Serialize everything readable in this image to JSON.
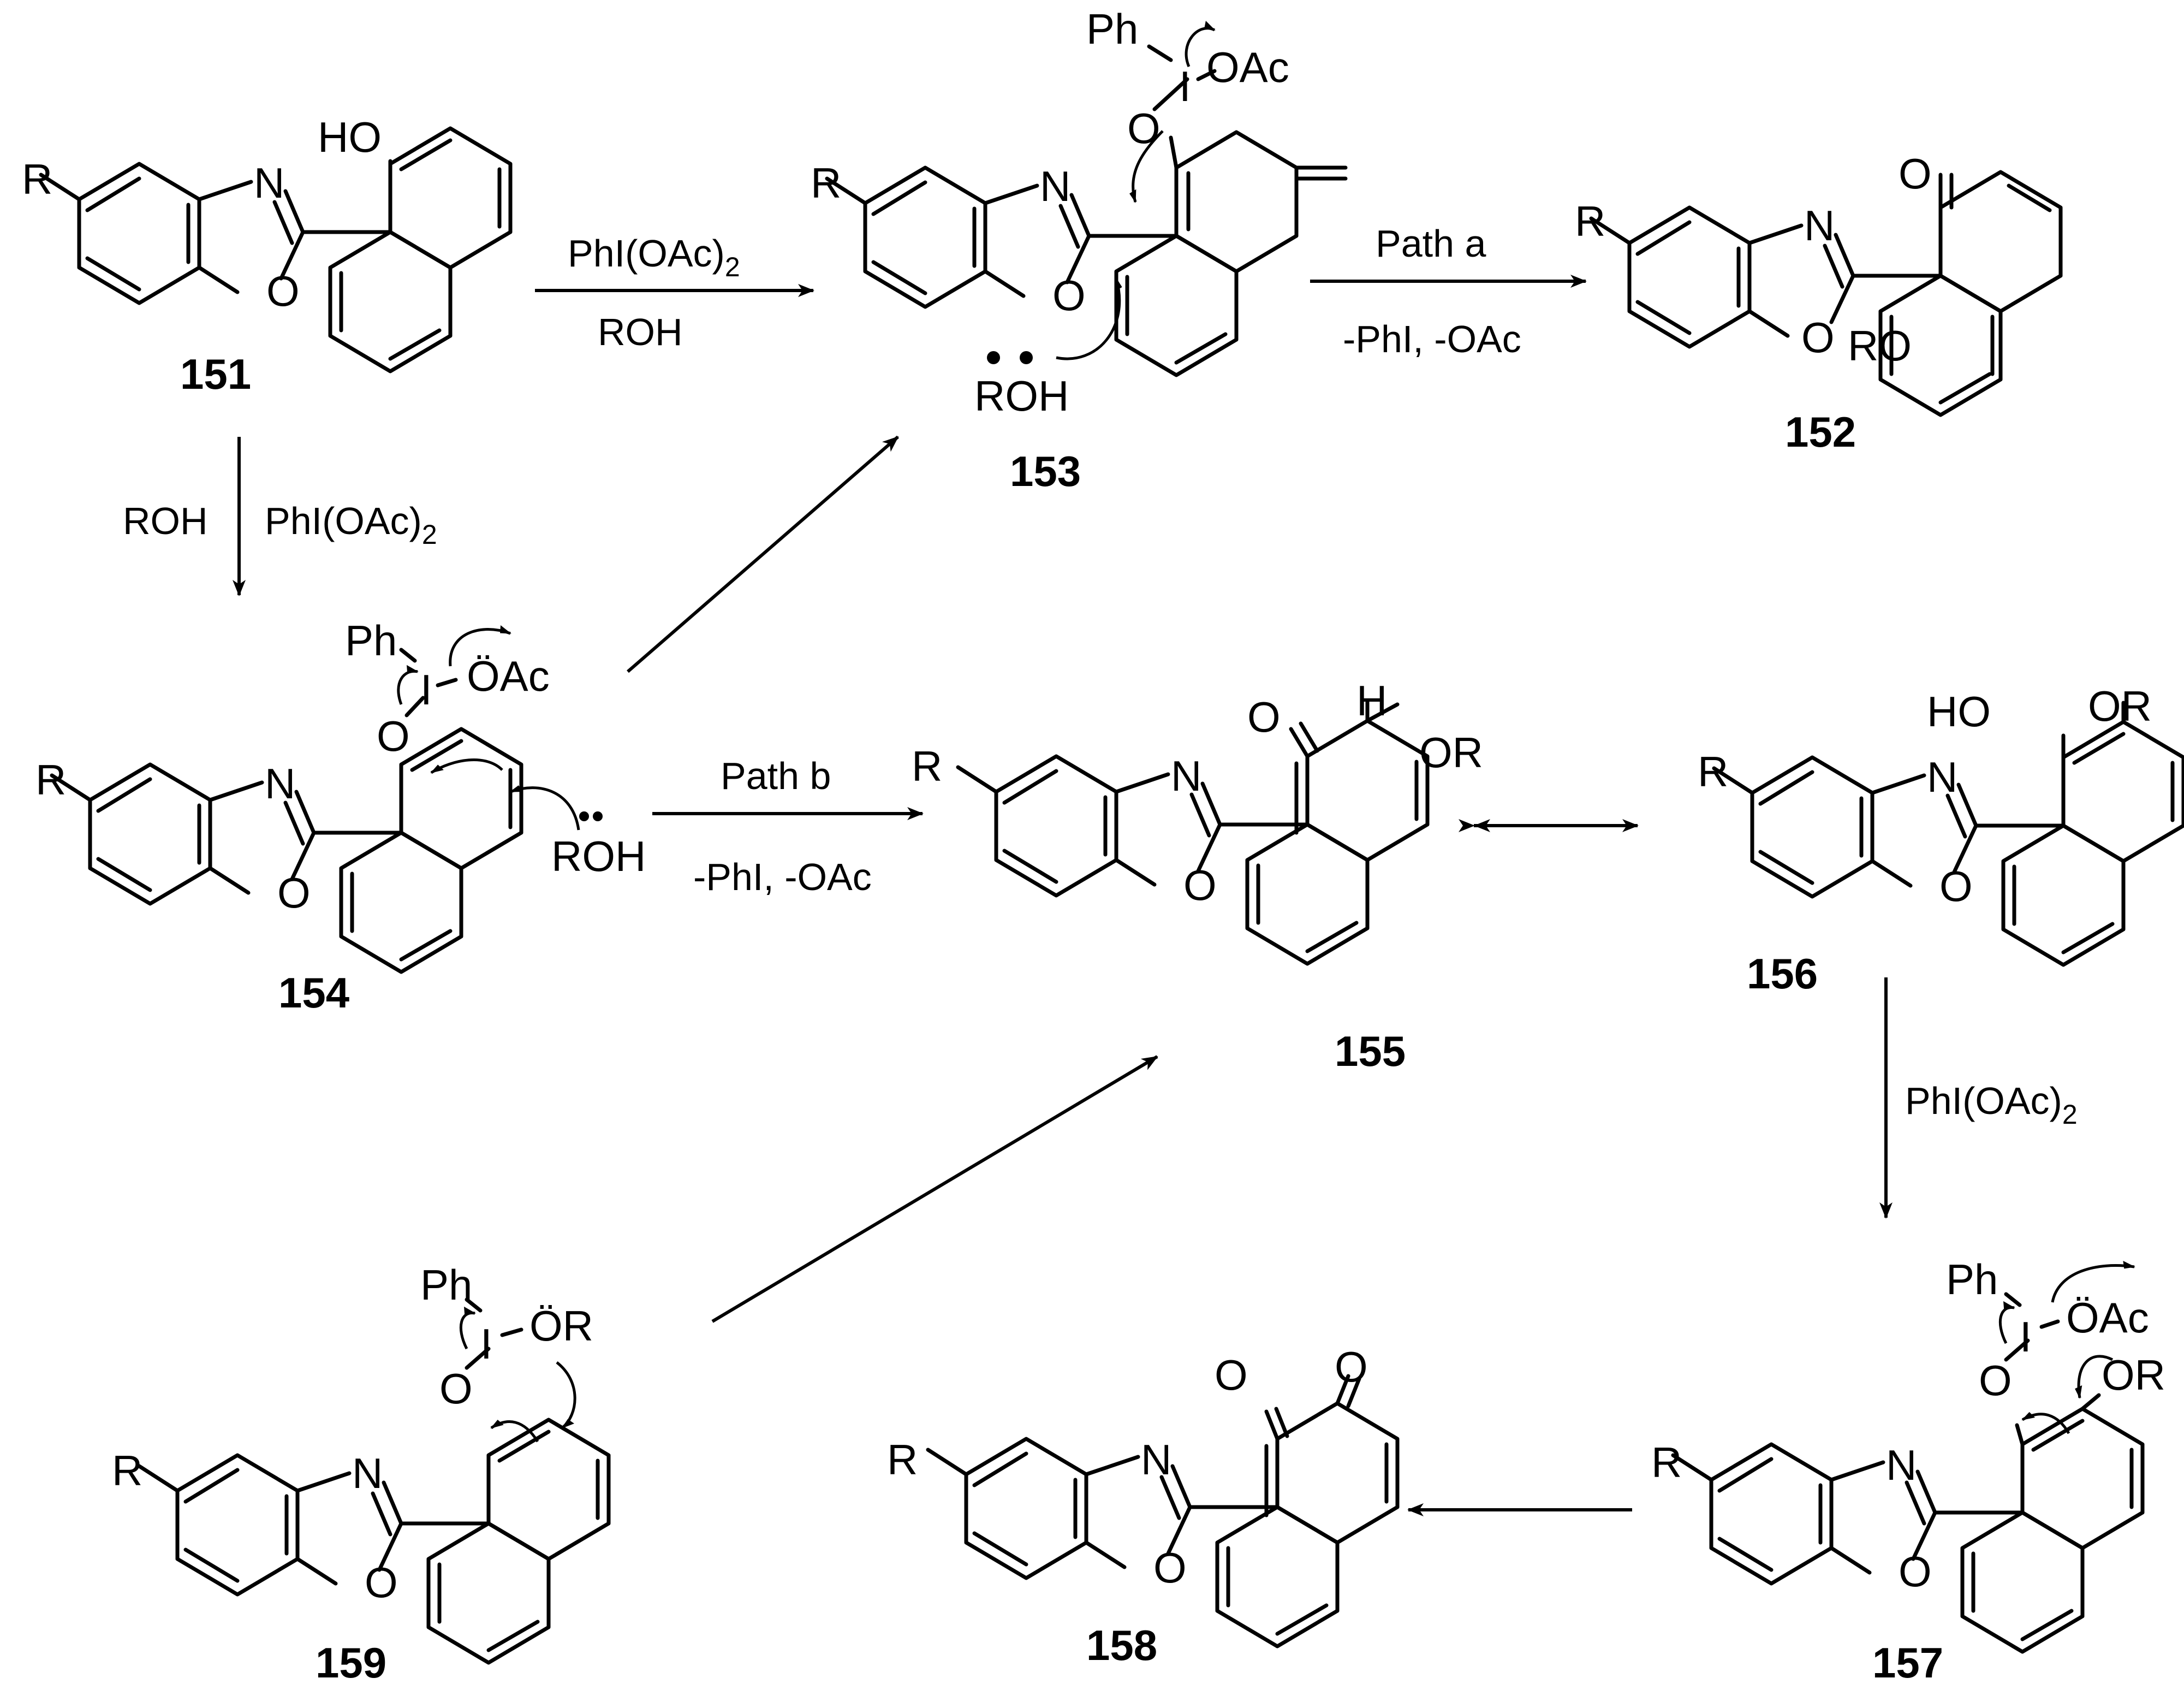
{
  "labels": {
    "R": "R",
    "N": "N",
    "O": "O",
    "HO": "HO",
    "OR": "OR",
    "ROH": "ROH",
    "Ph": "Ph",
    "I": "I",
    "OAc": "OAc",
    "OAc_lp": "ÖAc",
    "OR_lp": "ÖR",
    "H": "H",
    "RO": "RO"
  },
  "compounds": {
    "c151": "151",
    "c152": "152",
    "c153": "153",
    "c154": "154",
    "c155": "155",
    "c156": "156",
    "c157": "157",
    "c158": "158",
    "c159": "159"
  },
  "conditions": {
    "reagent_main": "PhI(OAc)",
    "reagent_sub": "2",
    "alcohol": "ROH",
    "path_a": "Path a",
    "path_b": "Path b",
    "byproducts": "-PhI, -OAc"
  }
}
